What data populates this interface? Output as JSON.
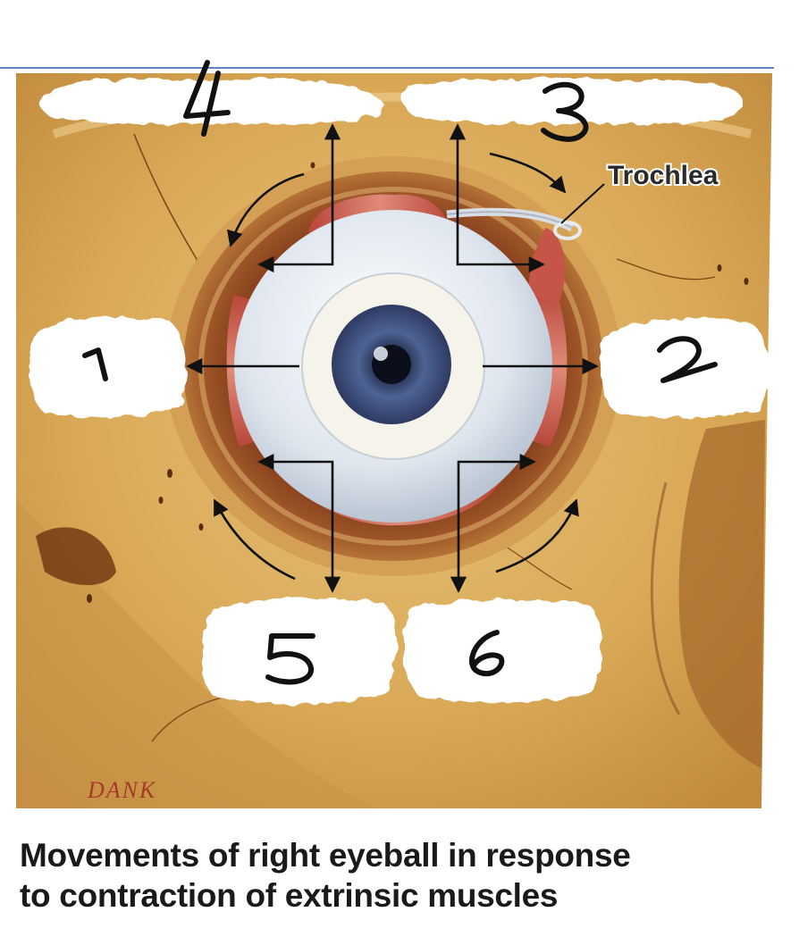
{
  "labels": {
    "trochlea": "Trochlea",
    "artist": "DANK"
  },
  "numbers": [
    "1",
    "2",
    "3",
    "4",
    "5",
    "6"
  ],
  "caption": {
    "line1": "Movements of right eyeball in response",
    "line2": "to contraction of extrinsic muscles"
  },
  "colors": {
    "bone": "#dcae5e",
    "bone_dark": "#b8812e",
    "orbit": "#8a3b1c",
    "muscle": "#c45a4a",
    "sclera": "#e9eef3",
    "iris": "#4b5f8c",
    "arrow": "#111111",
    "artist_sig": "#a8382a"
  }
}
